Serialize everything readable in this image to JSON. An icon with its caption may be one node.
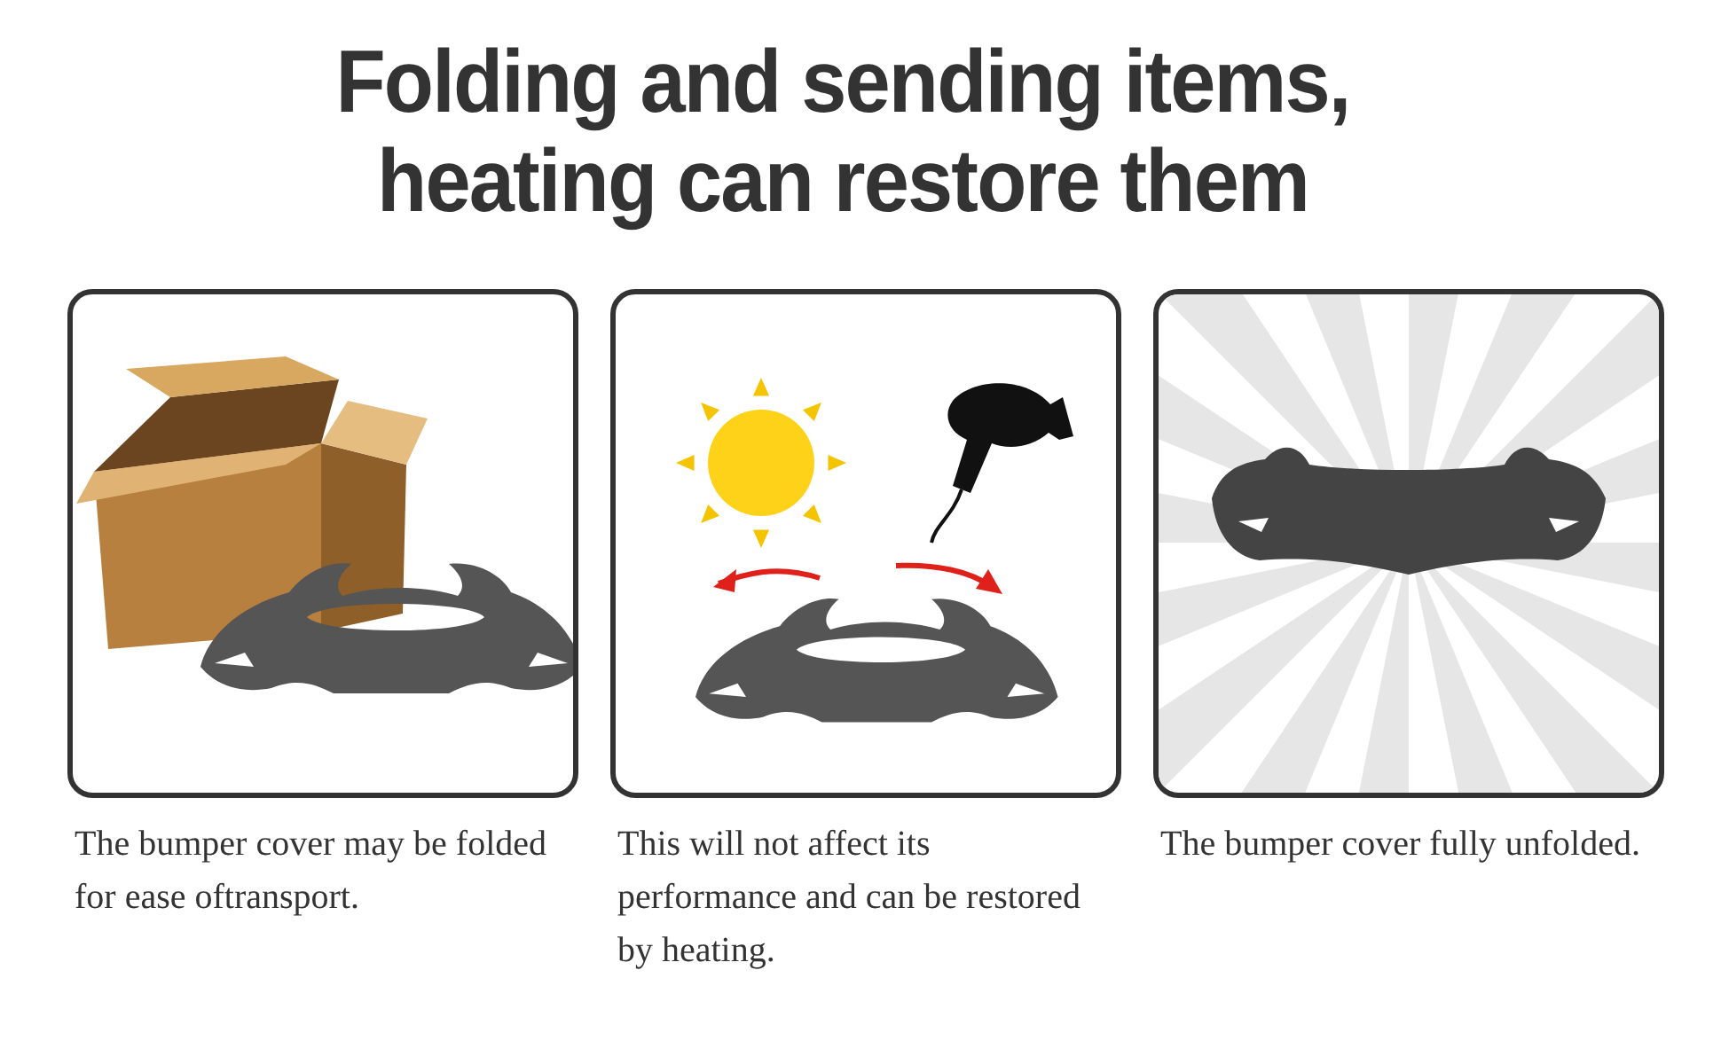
{
  "diagram": {
    "title": "Folding and sending items, heating can restore them",
    "nodes": [
      {
        "text": [],
        "shape": "picture"
      },
      {
        "text": [],
        "shape": "picture"
      },
      {
        "text": [],
        "shape": "picture"
      }
    ],
    "labels": [
      "The bumper cover may be folded for ease oftransport.",
      "This will not affect its performance and can be restored by heating.",
      "The bumper cover fully unfolded."
    ]
  }
}
